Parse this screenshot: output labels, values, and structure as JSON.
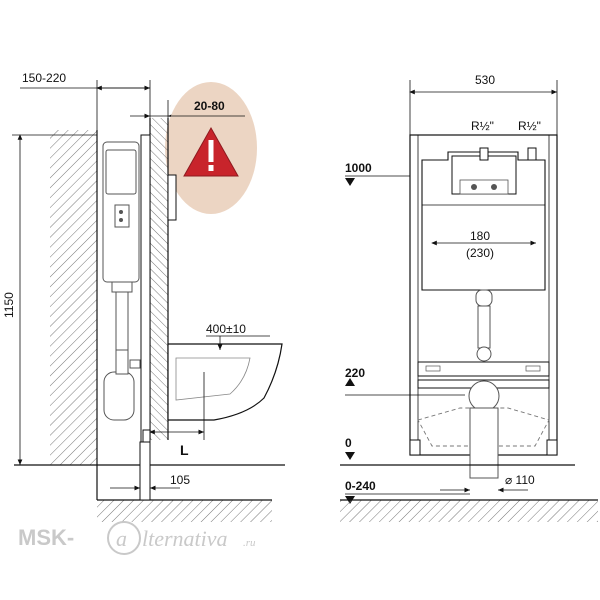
{
  "side_view": {
    "dim_wall_gap": "150-220",
    "dim_finish": "20-80",
    "dim_height": "1150",
    "dim_bowl": "400±10",
    "dim_L": "L",
    "dim_base": "105"
  },
  "front_view": {
    "dim_width": "530",
    "inlet_left": "R½\"",
    "inlet_right": "R½\"",
    "level_1000": "1000",
    "dim_180": "180",
    "dim_230": "(230)",
    "level_220": "220",
    "level_0": "0",
    "level_0_240": "0-240",
    "pipe_diameter": "⌀ 110"
  },
  "watermark": {
    "brand": "MSK-",
    "logo_letter": "a",
    "rest": "lternativa",
    "tld": ".ru"
  },
  "colors": {
    "warning_circle": "#ecd5c3",
    "warning_triangle": "#c8242b",
    "inlet_marker": "#c8242b"
  }
}
